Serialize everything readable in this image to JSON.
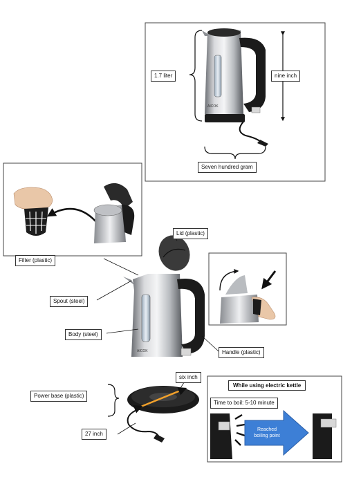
{
  "colors": {
    "steel_light": "#e8e9eb",
    "steel_mid": "#a9acb1",
    "steel_dark": "#5a5d62",
    "black_plastic": "#1b1b1b",
    "arrow_blue": "#3d7fd6",
    "arrow_orange": "#f2a12b"
  },
  "top_panel": {
    "capacity_label": "1.7 liter",
    "height_label": "nine inch",
    "weight_label": "Seven hundred gram",
    "brand_text": "AICOK"
  },
  "filter_panel": {
    "filter_label": "Filter (plastic)"
  },
  "main_kettle": {
    "lid_label": "Lid (plastic)",
    "spout_label": "Spout (steel)",
    "body_label": "Body (steel)",
    "handle_label": "Handle (plastic)",
    "brand_text": "AICOK"
  },
  "base": {
    "power_base_label": "Power base (plastic)",
    "diameter_label": "six inch",
    "cord_label": "27 inch"
  },
  "usage_panel": {
    "title": "While using electric kettle",
    "time_to_boil": "Time to boil: 5-10 minute",
    "arrow_text": "Reached boiling point"
  }
}
